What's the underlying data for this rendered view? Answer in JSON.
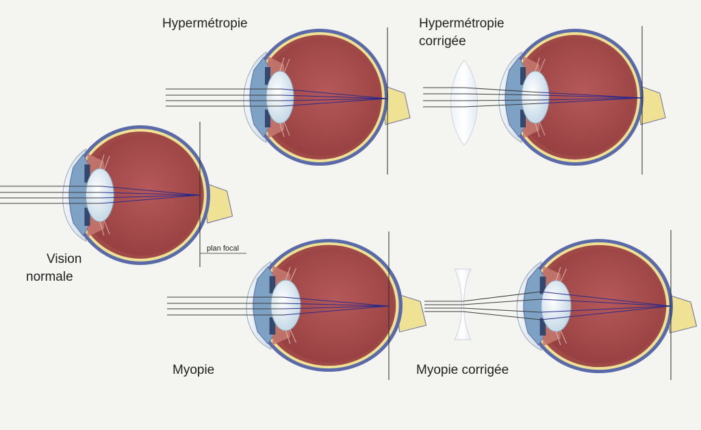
{
  "labels": {
    "normal_line1": "Vision",
    "normal_line2": "normale",
    "focal_plane": "plan focal",
    "hyperopia": "Hypermétropie",
    "hyperopia_corrected_line1": "Hypermétropie",
    "hyperopia_corrected_line2": "corrigée",
    "myopia": "Myopie",
    "myopia_corrected": "Myopie corrigée"
  },
  "colors": {
    "background": "#f4f4f1",
    "vitreous": "#a54d4b",
    "sclera": "#5a6aa8",
    "retina": "#f0e294",
    "lens": "#dde9f2",
    "cornea": "#e6eef4",
    "light_ray": "#3a3a3a",
    "focus_ray": "#2a2a8a"
  }
}
